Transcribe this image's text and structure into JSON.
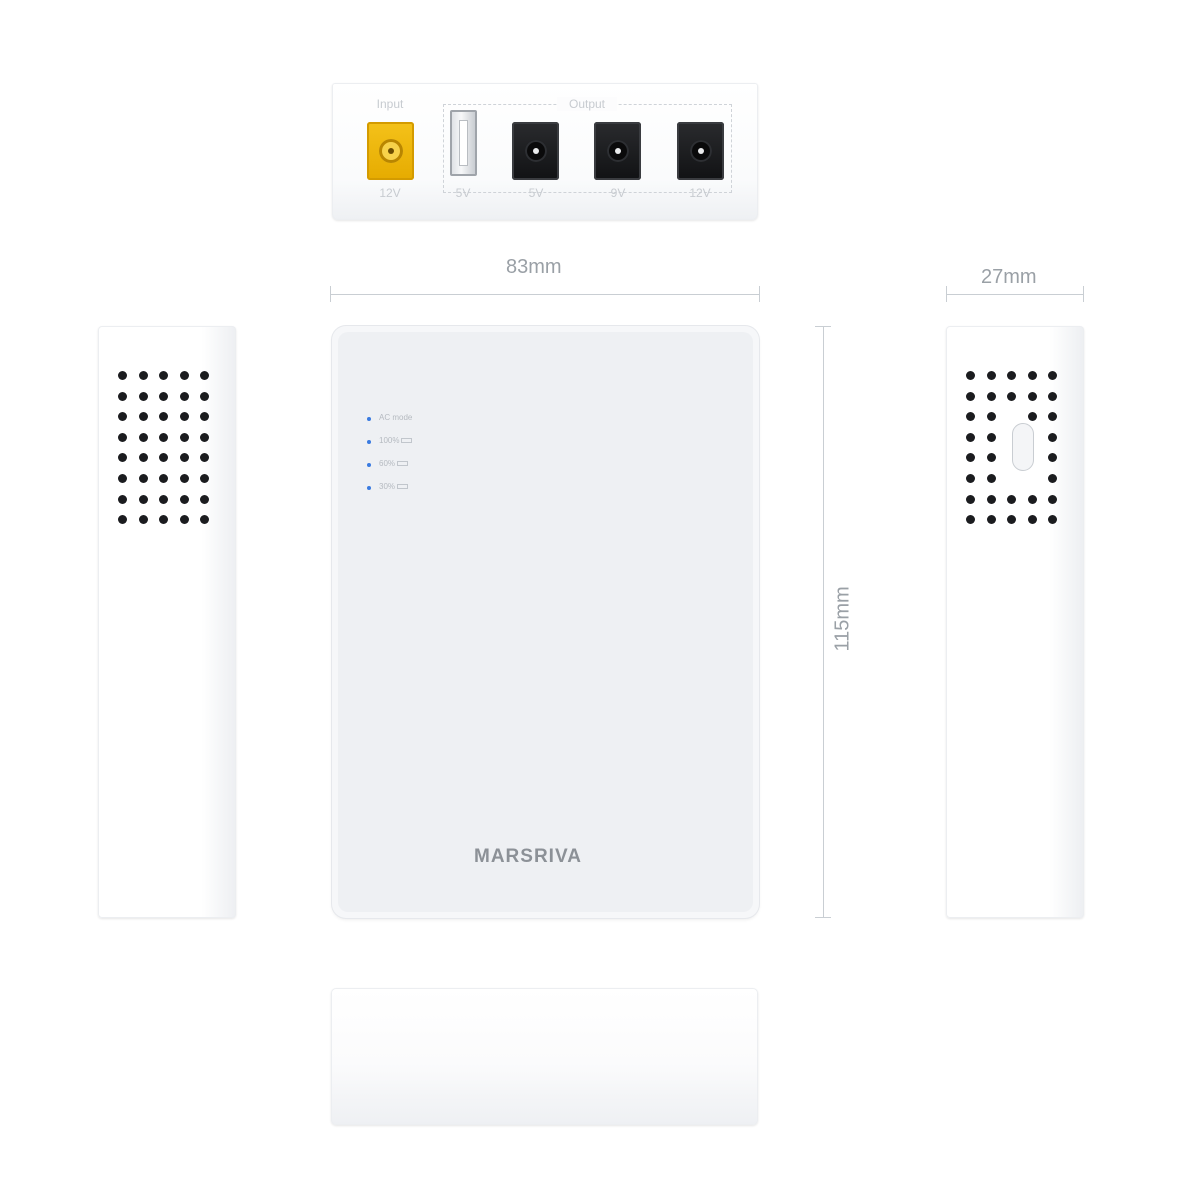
{
  "top_view": {
    "input_label": "Input",
    "output_label": "Output",
    "ports": [
      {
        "label": "12V",
        "kind": "dc-input",
        "color": "#f0b800"
      },
      {
        "label": "5V",
        "kind": "usb-a"
      },
      {
        "label": "5V",
        "kind": "dc-output"
      },
      {
        "label": "9V",
        "kind": "dc-output"
      },
      {
        "label": "12V",
        "kind": "dc-output"
      }
    ]
  },
  "dimensions": {
    "width": "83mm",
    "height": "115mm",
    "depth": "27mm"
  },
  "indicators": [
    {
      "label": "AC mode",
      "color": "#3a7be0"
    },
    {
      "label": "100%",
      "color": "#3a7be0"
    },
    {
      "label": "60%",
      "color": "#3a7be0"
    },
    {
      "label": "30%",
      "color": "#3a7be0"
    }
  ],
  "brand": "MARSRIVA",
  "colors": {
    "body": "#f6f7f9",
    "vent_holes": "#1b1c1f",
    "led": "#3a7be0"
  }
}
